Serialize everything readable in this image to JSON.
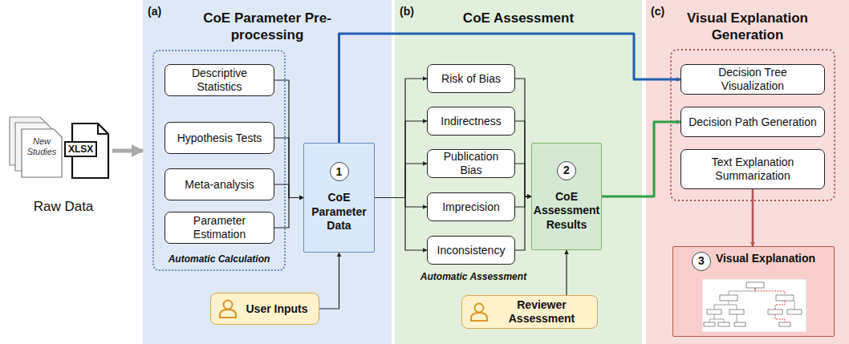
{
  "diagram": {
    "nodes": [
      {
        "text": [
          "New Studies"
        ]
      },
      {
        "text": [
          "XLSX"
        ]
      },
      {
        "text": [
          "(a)",
          "CoE Parameter Pre-processing"
        ]
      },
      {
        "text": [
          "Automatic Calculation"
        ],
        "in": 2
      },
      {
        "text": [
          "Descriptive Statistics"
        ],
        "in": 3
      },
      {
        "text": [
          "Hypothesis Tests"
        ],
        "in": 3
      },
      {
        "text": [
          "Meta-analysis"
        ],
        "in": 3
      },
      {
        "text": [
          "Parameter Estimation"
        ],
        "in": 3
      },
      {
        "text": [
          "1",
          "CoE Parameter Data"
        ],
        "in": 2
      },
      {
        "text": [
          "User Inputs"
        ],
        "in": 2
      },
      {
        "text": [
          "(b)",
          "CoE Assessment"
        ]
      },
      {
        "text": [
          "Risk of Bias"
        ],
        "in": 10
      },
      {
        "text": [
          "Indirectness"
        ],
        "in": 10
      },
      {
        "text": [
          "Publication Bias"
        ],
        "in": 10
      },
      {
        "text": [
          "Imprecision"
        ],
        "in": 10
      },
      {
        "text": [
          "Inconsistency"
        ],
        "in": 10
      },
      {
        "text": [
          "2",
          "CoE Assessment Results"
        ],
        "in": 10
      },
      {
        "text": [
          "Reviewer Assessment"
        ],
        "in": 10
      },
      {
        "text": [
          "(c)",
          "Visual Explanation Generation"
        ]
      },
      {
        "text": [
          "Decision Tree Visualization"
        ],
        "in": 18
      },
      {
        "text": [
          "Decision Path Generation"
        ],
        "in": 18
      },
      {
        "text": [
          "Text Explanation Summarization"
        ],
        "in": 18
      },
      {
        "text": [
          "3",
          "Visual Explanation"
        ],
        "in": 18
      }
    ],
    "edges": [
      {
        "from": 1,
        "to": 2,
        "arrow": "to"
      },
      {
        "from": 4,
        "to": 8,
        "arrow": "to"
      },
      {
        "from": 5,
        "to": 8,
        "arrow": "to"
      },
      {
        "from": 6,
        "to": 8,
        "arrow": "to"
      },
      {
        "from": 7,
        "to": 8,
        "arrow": "to"
      },
      {
        "from": 9,
        "to": 8,
        "arrow": "to"
      },
      {
        "from": 8,
        "to": 11,
        "arrow": "to"
      },
      {
        "from": 8,
        "to": 12,
        "arrow": "to"
      },
      {
        "from": 8,
        "to": 13,
        "arrow": "to"
      },
      {
        "from": 8,
        "to": 14,
        "arrow": "to"
      },
      {
        "from": 8,
        "to": 15,
        "arrow": "to"
      },
      {
        "from": 8,
        "to": 19,
        "arrow": "to"
      },
      {
        "from": 11,
        "to": 16,
        "arrow": "to"
      },
      {
        "from": 12,
        "to": 16,
        "arrow": "to"
      },
      {
        "from": 13,
        "to": 16,
        "arrow": "to"
      },
      {
        "from": 14,
        "to": 16,
        "arrow": "to"
      },
      {
        "from": 15,
        "to": 16,
        "arrow": "to"
      },
      {
        "from": 17,
        "to": 16,
        "arrow": "to"
      },
      {
        "from": 16,
        "to": 20,
        "arrow": "to"
      },
      {
        "from": 21,
        "to": 22,
        "arrow": "to"
      }
    ],
    "labels": [
      "Raw Data",
      "Automatic Assessment"
    ]
  }
}
